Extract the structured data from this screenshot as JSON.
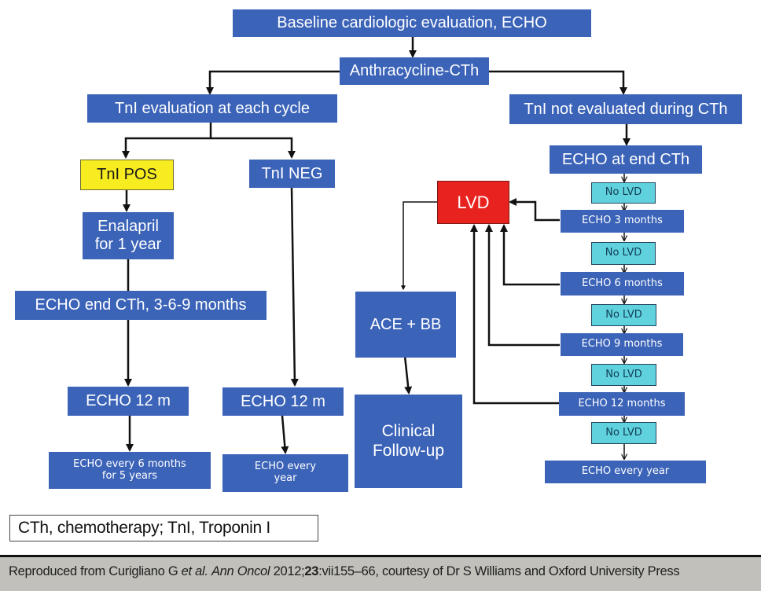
{
  "diagram": {
    "nodes": {
      "baseline": {
        "label": "Baseline cardiologic evaluation, ECHO"
      },
      "anthracycline": {
        "label": "Anthracycline-CTh"
      },
      "tni_eval": {
        "label": "TnI evaluation at each cycle"
      },
      "tni_not_eval": {
        "label": "TnI not evaluated during CTh"
      },
      "tni_pos": {
        "label": "TnI POS",
        "color": "#f7ec1f"
      },
      "tni_neg": {
        "label": "TnI NEG"
      },
      "enalapril": {
        "label": "Enalapril\nfor 1 year"
      },
      "echo_end_cth_369": {
        "label": "ECHO end CTh, 3-6-9 months"
      },
      "echo_12m_pos": {
        "label": "ECHO 12 m"
      },
      "echo_12m_neg": {
        "label": "ECHO 12 m"
      },
      "echo_6mo_5yr": {
        "label": "ECHO every  6 months\nfor 5 years"
      },
      "echo_every_year_neg": {
        "label": "ECHO  every\nyear"
      },
      "lvd": {
        "label": "LVD",
        "color": "#e8231f"
      },
      "ace_bb": {
        "label": "ACE + BB"
      },
      "clinical_followup": {
        "label": "Clinical\nFollow-up"
      },
      "echo_end_cth": {
        "label": "ECHO at end CTh"
      },
      "no_lvd_1": {
        "label": "No LVD"
      },
      "echo_3m": {
        "label": "ECHO 3 months"
      },
      "no_lvd_2": {
        "label": "No LVD"
      },
      "echo_6m": {
        "label": "ECHO 6 months"
      },
      "no_lvd_3": {
        "label": "No LVD"
      },
      "echo_9m": {
        "label": "ECHO 9 months"
      },
      "no_lvd_4": {
        "label": "No LVD"
      },
      "echo_12m": {
        "label": "ECHO 12 months"
      },
      "no_lvd_5": {
        "label": "No LVD"
      },
      "echo_every_year": {
        "label": "ECHO  every  year"
      }
    },
    "edges": [
      [
        "baseline",
        "anthracycline"
      ],
      [
        "anthracycline",
        "tni_eval"
      ],
      [
        "anthracycline",
        "tni_not_eval"
      ],
      [
        "tni_eval",
        "tni_pos"
      ],
      [
        "tni_eval",
        "tni_neg"
      ],
      [
        "tni_pos",
        "enalapril"
      ],
      [
        "enalapril",
        "echo_end_cth_369"
      ],
      [
        "echo_end_cth_369",
        "echo_12m_pos"
      ],
      [
        "echo_12m_pos",
        "echo_6mo_5yr"
      ],
      [
        "tni_neg",
        "echo_12m_neg"
      ],
      [
        "echo_12m_neg",
        "echo_every_year_neg"
      ],
      [
        "tni_not_eval",
        "echo_end_cth"
      ],
      [
        "echo_end_cth",
        "no_lvd_1"
      ],
      [
        "no_lvd_1",
        "echo_3m"
      ],
      [
        "echo_3m",
        "no_lvd_2"
      ],
      [
        "no_lvd_2",
        "echo_6m"
      ],
      [
        "echo_6m",
        "no_lvd_3"
      ],
      [
        "no_lvd_3",
        "echo_9m"
      ],
      [
        "echo_9m",
        "no_lvd_4"
      ],
      [
        "no_lvd_4",
        "echo_12m"
      ],
      [
        "echo_12m",
        "no_lvd_5"
      ],
      [
        "no_lvd_5",
        "echo_every_year"
      ],
      [
        "echo_3m",
        "lvd"
      ],
      [
        "echo_6m",
        "lvd"
      ],
      [
        "echo_9m",
        "lvd"
      ],
      [
        "echo_12m",
        "lvd"
      ],
      [
        "lvd",
        "ace_bb"
      ],
      [
        "ace_bb",
        "clinical_followup"
      ]
    ],
    "colors": {
      "box_blue": "#3b63b8",
      "no_lvd_cyan": "#5fd2dd"
    }
  },
  "legend": {
    "text": "CTh, chemotherapy; TnI, Troponin I"
  },
  "footer": {
    "prefix": "Reproduced from Curigliano G ",
    "etal": "et al.",
    "journal": "Ann Oncol",
    "year": " 2012;",
    "volume": "23",
    "rest": ":vii155–66, courtesy of Dr S Williams and Oxford University Press"
  }
}
